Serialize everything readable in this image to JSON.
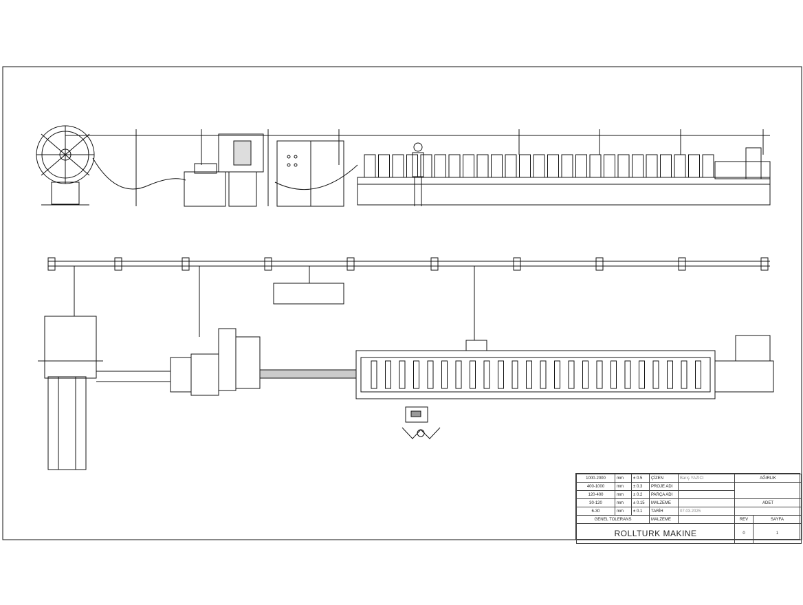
{
  "title_block": {
    "tolerances": [
      {
        "range": "1000-2000",
        "unit": "mm",
        "tol": "± 0.5"
      },
      {
        "range": "400-1000",
        "unit": "mm",
        "tol": "± 0.3"
      },
      {
        "range": "120-400",
        "unit": "mm",
        "tol": "± 0.2"
      },
      {
        "range": "30-120",
        "unit": "mm",
        "tol": "± 0.15"
      },
      {
        "range": "6-30",
        "unit": "mm",
        "tol": "± 0.1"
      }
    ],
    "labels": [
      "ÇİZEN",
      "PROJE ADI",
      "PARÇA ADI",
      "MALZEME",
      "TARİH"
    ],
    "drawn_by": "Barış YAZICI",
    "date": "07.03.2025",
    "general_tolerance": "GENEL TOLERANS",
    "material_label": "MALZEME",
    "weight_label": "AĞIRLIK",
    "qty_label": "ADET",
    "rev_label": "REV",
    "page_label": "SAYFA",
    "rev": "0",
    "page": "1",
    "company": "ROLLTURK MAKINE"
  }
}
